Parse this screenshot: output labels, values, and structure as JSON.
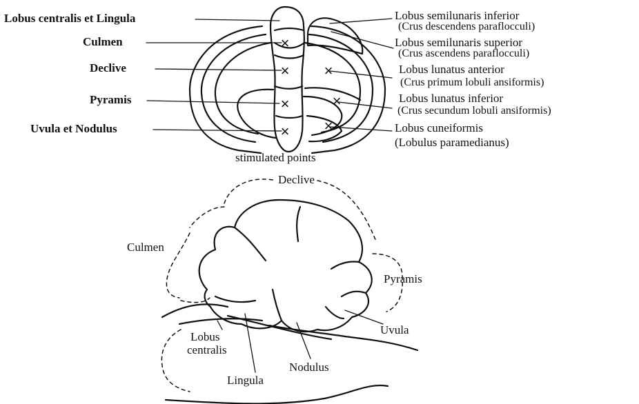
{
  "top_view": {
    "left_labels": {
      "lobus_centralis": "Lobus centralis et Lingula",
      "culmen": "Culmen",
      "declive": "Declive",
      "pyramis": "Pyramis",
      "uvula_nodulus": "Uvula et Nodulus"
    },
    "right_labels": {
      "semilunaris_inferior": "Lobus semilunaris inferior",
      "semilunaris_inferior_sub": "(Crus descendens paraflocculi)",
      "semilunaris_superior": "Lobus semilunaris superior",
      "semilunaris_superior_sub": "(Crus ascendens paraflocculi)",
      "lunatus_anterior": "Lobus lunatus anterior",
      "lunatus_anterior_sub": "(Crus primum lobuli ansiformis)",
      "lunatus_inferior": "Lobus lunatus inferior",
      "lunatus_inferior_sub": "(Crus secundum lobuli ansiformis)",
      "cuneiformis": "Lobus cuneiformis",
      "cuneiformis_sub": "(Lobulus paramedianus)"
    },
    "caption": "stimulated points",
    "marker_glyph": "×"
  },
  "side_view": {
    "labels": {
      "declive": "Declive",
      "culmen": "Culmen",
      "pyramis": "Pyramis",
      "uvula": "Uvula",
      "lobus": "Lobus",
      "centralis": "centralis",
      "nodulus": "Nodulus",
      "lingula": "Lingula"
    }
  },
  "colors": {
    "ink": "#111111",
    "background": "#ffffff"
  }
}
